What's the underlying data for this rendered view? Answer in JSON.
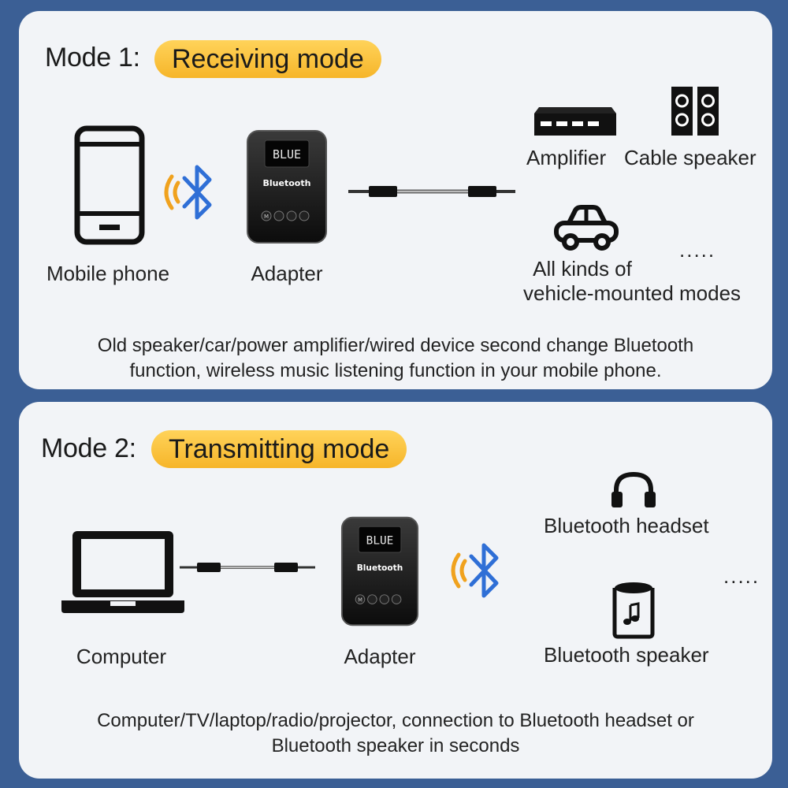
{
  "mode1": {
    "title": "Mode 1:",
    "pill": "Receiving mode",
    "labels": {
      "phone": "Mobile phone",
      "adapter": "Adapter",
      "amplifier": "Amplifier",
      "cable_speaker": "Cable speaker",
      "vehicle_line1": "All kinds of",
      "vehicle_line2": "vehicle-mounted modes",
      "more": "....."
    },
    "description_line1": "Old speaker/car/power amplifier/wired device second change Bluetooth",
    "description_line2": "function, wireless music listening function in your mobile phone."
  },
  "mode2": {
    "title": "Mode 2:",
    "pill": "Transmitting mode",
    "labels": {
      "computer": "Computer",
      "adapter": "Adapter",
      "headset": "Bluetooth headset",
      "speaker": "Bluetooth speaker",
      "more": "....."
    },
    "description_line1": "Computer/TV/laptop/radio/projector, connection to Bluetooth headset or",
    "description_line2": "Bluetooth speaker in seconds"
  },
  "device": {
    "display_text": "BLUE",
    "brand_text": "Bluetooth",
    "button_letter": "M"
  },
  "colors": {
    "background": "#3b5f95",
    "panel": "#f2f4f7",
    "pill": "#f6b52a",
    "bluetooth": "#2f6fd6",
    "signal": "#f0a21e"
  }
}
